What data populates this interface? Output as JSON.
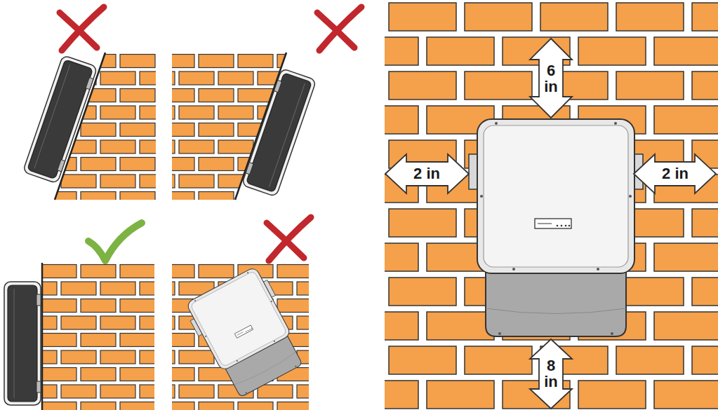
{
  "diagram": {
    "labels": [
      "6 in",
      "2 in",
      "2 in",
      "8 in"
    ]
  }
}
